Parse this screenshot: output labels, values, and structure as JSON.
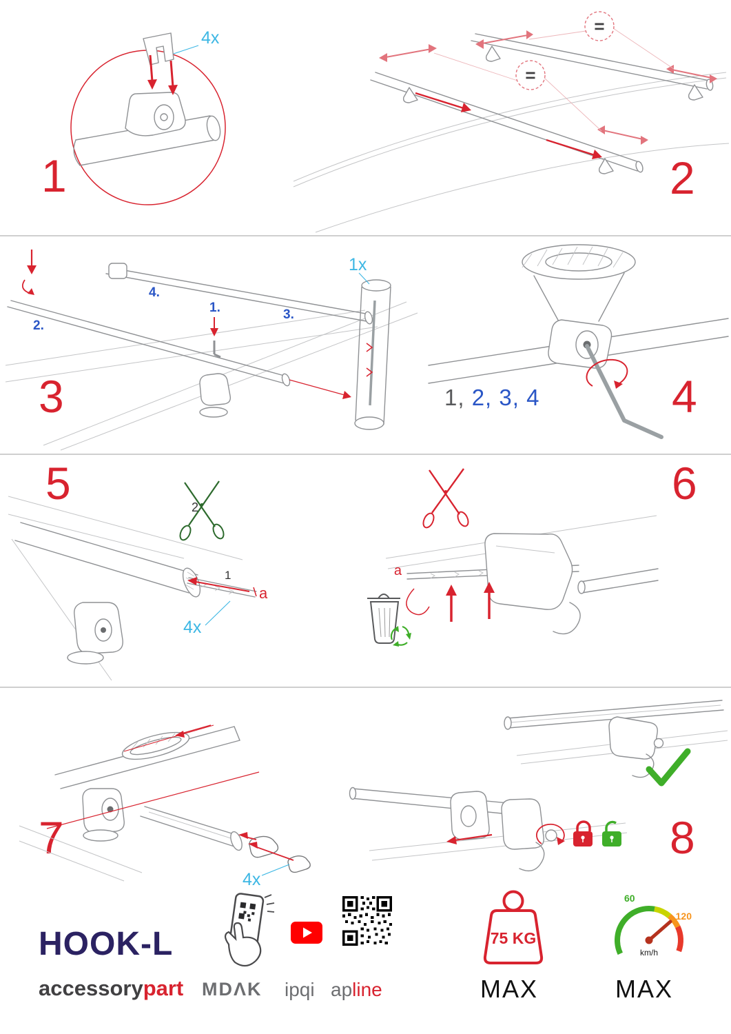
{
  "steps": {
    "step1": {
      "number": "1",
      "quantity_label": "4x"
    },
    "step2": {
      "number": "2",
      "equal_sign": "="
    },
    "step3": {
      "number": "3",
      "order_labels": [
        "1.",
        "2.",
        "3.",
        "4."
      ],
      "quantity_label": "1x"
    },
    "step4": {
      "number": "4",
      "sequence_first": "1,",
      "sequence_rest": " 2, 3, 4"
    },
    "step5": {
      "number": "5",
      "cut_label": "2",
      "insert_label": "1",
      "dimension_label": "a",
      "quantity_label": "4x"
    },
    "step6": {
      "number": "6",
      "dimension_label": "a"
    },
    "step7": {
      "number": "7",
      "quantity_label": "4x"
    },
    "step8": {
      "number": "8"
    }
  },
  "footer": {
    "product_name": "HOOK-L",
    "brand_name_gray": "accessory",
    "brand_name_red": "part",
    "logo_mdak": "MDΛK",
    "logo_ipqi": "ipqi",
    "logo_apline_gray": "ap",
    "logo_apline_red": "line",
    "max_load": "75 KG",
    "max_load_label": "MAX",
    "speed_min": "60",
    "speed_max_value": "120",
    "speed_unit": "km/h",
    "speed_label": "MAX"
  },
  "icons": [
    "scissors-icon",
    "trash-recycle-icon",
    "lock-closed-icon",
    "lock-open-icon",
    "check-icon",
    "phone-qr-icon",
    "youtube-play-icon",
    "qr-code-icon",
    "weight-icon",
    "speedometer-icon",
    "equal-badge"
  ],
  "colors": {
    "accent_red": "#d8232f",
    "arrow_pink": "#e2747d",
    "accent_cyan": "#3db7e4",
    "accent_blue": "#2a56c6",
    "navy": "#2b2262",
    "gray_text": "#6d6e71",
    "dark_text": "#414042",
    "green": "#3fae29",
    "orange": "#f7941d",
    "youtube_red": "#ff0000",
    "line_gray": "#8f9194"
  }
}
